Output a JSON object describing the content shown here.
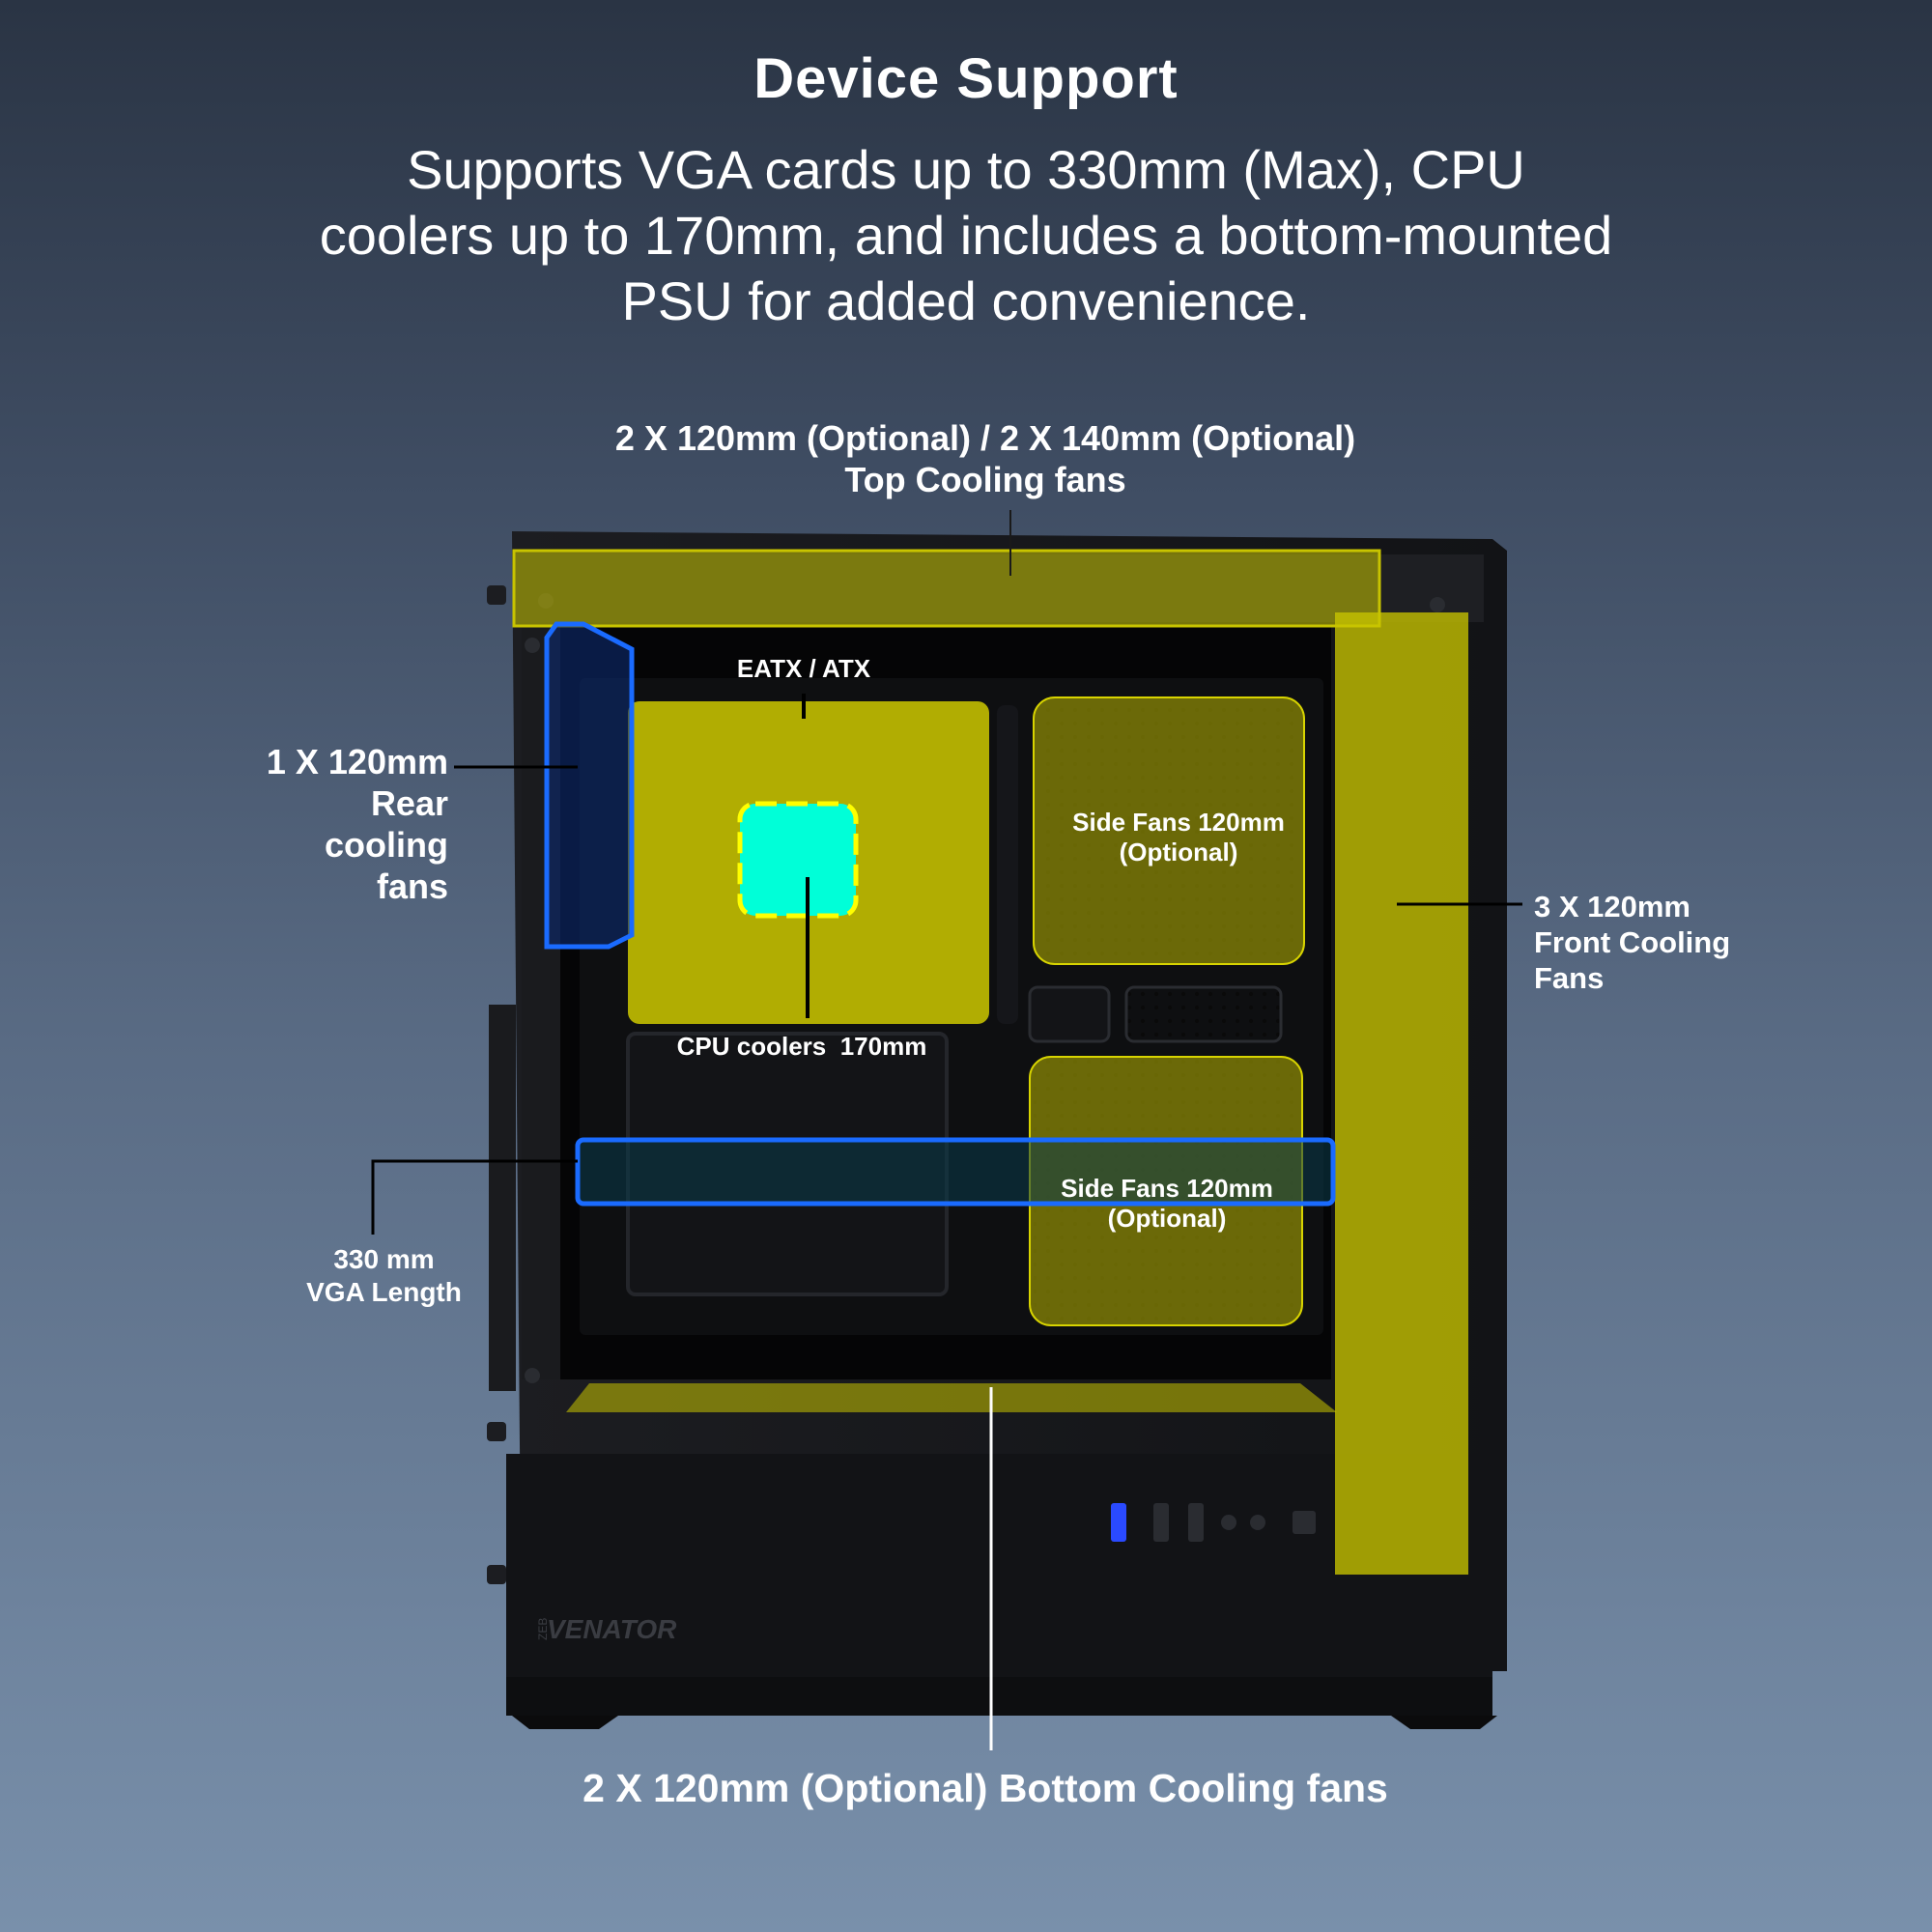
{
  "header": {
    "title": "Device Support",
    "subtitle": "Supports VGA cards up to 330mm (Max), CPU coolers up to 170mm, and includes a bottom-mounted PSU for added convenience."
  },
  "callouts": {
    "top_fans": [
      "2 X 120mm (Optional) / 2 X 140mm (Optional)",
      "Top Cooling fans"
    ],
    "rear_fans": [
      "1 X 120mm",
      "Rear",
      "cooling",
      "fans"
    ],
    "front_fans": [
      "3 X 120mm",
      "Front Cooling",
      "Fans"
    ],
    "vga": [
      "330 mm",
      "VGA Length"
    ],
    "bottom_fans": "2 X 120mm (Optional) Bottom Cooling fans",
    "motherboard": "EATX / ATX",
    "cpu_cooler": "CPU coolers  170mm",
    "side_fan_upper": [
      "Side Fans 120mm",
      "(Optional)"
    ],
    "side_fan_lower": [
      "Side Fans 120mm",
      "(Optional)"
    ]
  },
  "brand": {
    "logo_text": "VENATOR",
    "logo_prefix": "ZEB"
  },
  "colors": {
    "highlight_yellow": "#c8c400",
    "highlight_blue": "#1a6bff",
    "cpu_cyan": "#00ffd8",
    "case_black": "#141518"
  }
}
